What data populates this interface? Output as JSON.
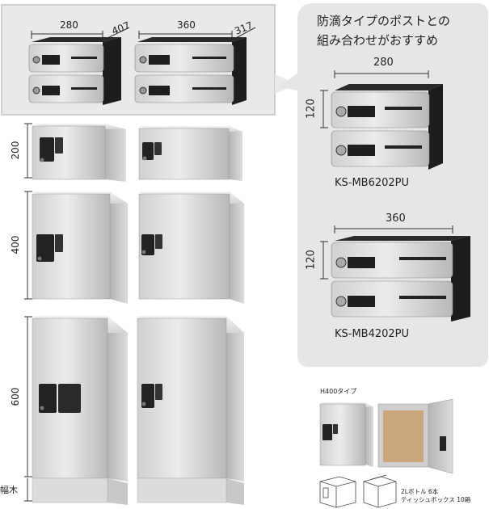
{
  "top_panel": {
    "width_a": "280",
    "depth_a": "407",
    "width_b": "360",
    "depth_b": "317"
  },
  "left_column": {
    "height_small": "200",
    "height_medium": "400",
    "height_large": "600",
    "base_label": "幅木"
  },
  "callout": {
    "title_line1": "防滴タイプのポストとの",
    "title_line2": "組み合わせがおすすめ",
    "model_a": {
      "width": "280",
      "height": "120",
      "name": "KS-MB6202PU"
    },
    "model_b": {
      "width": "360",
      "height": "120",
      "name": "KS-MB4202PU"
    }
  },
  "inset": {
    "type_label": "H400タイプ",
    "capacity_line1": "2Lボトル  6本",
    "capacity_line2": "ティッシュボックス  10箱"
  },
  "colors": {
    "panel_bg": "#e8e8e8",
    "panel_border": "#c8c8c8",
    "steel_light": "#e6e6e6",
    "steel_dark": "#9a9a9a",
    "body_black": "#1c1c1c"
  }
}
